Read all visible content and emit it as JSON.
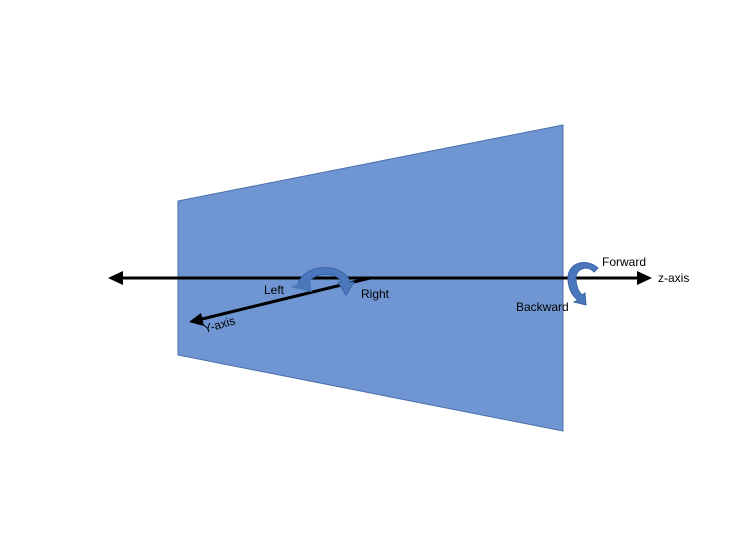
{
  "diagram": {
    "labels": {
      "left": "Left",
      "right": "Right",
      "y_axis": "Y-axis",
      "forward": "Forward",
      "backward": "Backward",
      "z_axis": "z-axis"
    }
  },
  "colors": {
    "plane_fill": "#6f96d2",
    "plane_stroke": "#4a6fa8",
    "rotation_arrow": "#4b78bd",
    "axis": "#000000",
    "background": "#ffffff"
  }
}
